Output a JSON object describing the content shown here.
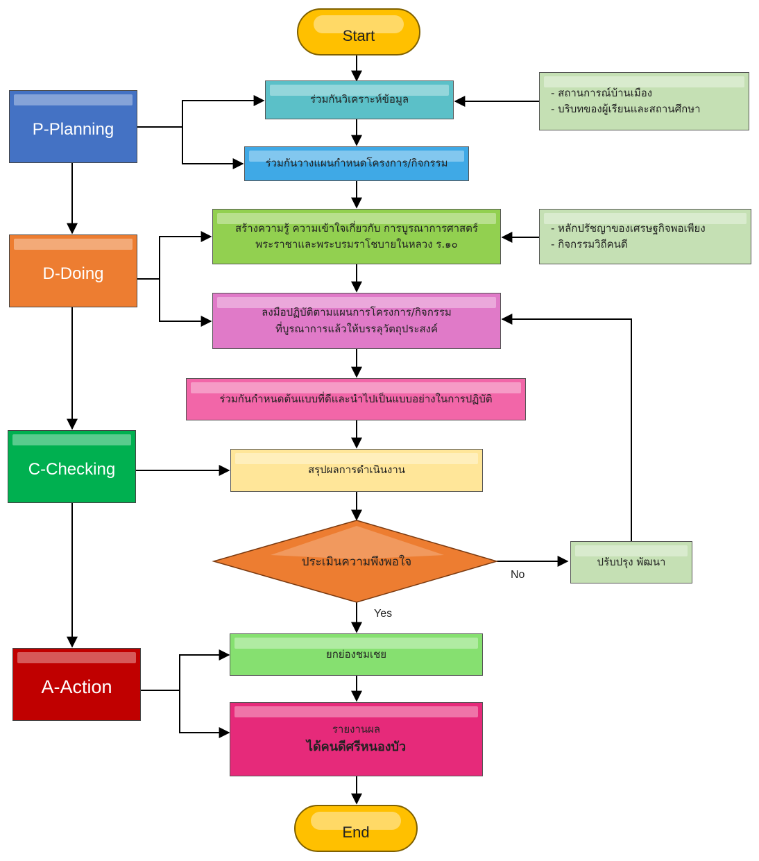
{
  "terminals": {
    "start": "Start",
    "end": "End"
  },
  "phases": {
    "planning": "P-Planning",
    "doing": "D-Doing",
    "checking": "C-Checking",
    "action": "A-Action"
  },
  "steps": {
    "analyze": "ร่วมกันวิเคราะห์ข้อมูล",
    "plan": "ร่วมกันวางแผนกำหนดโครงการ/กิจกรรม",
    "knowledge_line1": "สร้างความรู้ ความเข้าใจเกี่ยวกับ การบูรณาการศาสตร์",
    "knowledge_line2": "พระราชาและพระบรมราโชบายในหลวง ร.๑๐",
    "practice_line1": "ลงมือปฏิบัติตามแผนการโครงการ/กิจกรรม",
    "practice_line2": "ที่บูรณาการแล้วให้บรรลุวัตถุประสงค์",
    "model": "ร่วมกันกำหนดต้นแบบที่ดีและนำไปเป็นแบบอย่างในการปฏิบัติ",
    "summary": "สรุปผลการดำเนินงาน",
    "evaluate": "ประเมินความพึงพอใจ",
    "improve": "ปรับปรุง พัฒนา",
    "praise": "ยกย่องชมเชย",
    "report_line1": "รายงานผล",
    "report_line2": "ได้คนดีศรีหนองบัว"
  },
  "side_notes": {
    "context_line1": "- สถานการณ์บ้านเมือง",
    "context_line2": "- บริบทของผู้เรียนและสถานศึกษา",
    "principle_line1": "- หลักปรัชญาของเศรษฐกิจพอเพียง",
    "principle_line2": "- กิจกรรมวิถีคนดี"
  },
  "edge_labels": {
    "no": "No",
    "yes": "Yes"
  },
  "colors": {
    "start_end": "#ffc000",
    "planning": "#4472c4",
    "doing": "#ed7d31",
    "checking": "#00b050",
    "action": "#c00000",
    "analyze": "#5bc0c8",
    "plan": "#3fa9e6",
    "knowledge": "#92d050",
    "practice": "#e07ac8",
    "model": "#f266a8",
    "summary": "#ffe699",
    "evaluate": "#ed7d31",
    "side_notes": "#c5e0b4",
    "praise": "#86e070",
    "report": "#e62a7a"
  }
}
